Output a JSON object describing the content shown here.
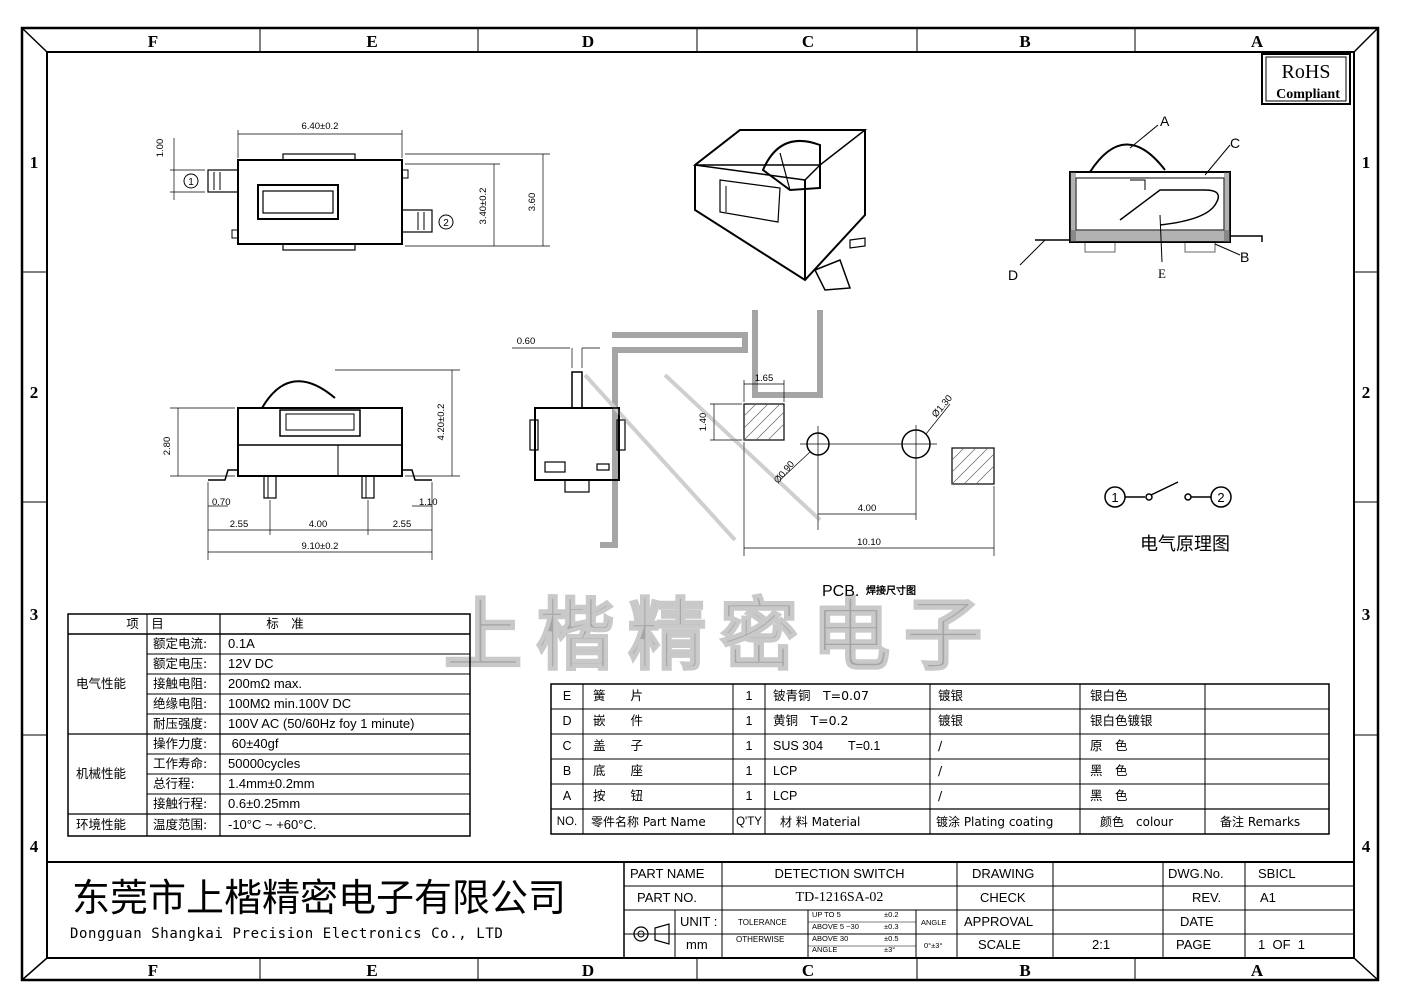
{
  "frame": {
    "columns_top": [
      "F",
      "E",
      "D",
      "C",
      "B",
      "A"
    ],
    "columns_bottom": [
      "F",
      "E",
      "D",
      "C",
      "B",
      "A"
    ],
    "rows_left": [
      "1",
      "2",
      "3",
      "4"
    ],
    "rows_right": [
      "1",
      "2",
      "3",
      "4"
    ]
  },
  "rohs": {
    "line1": "RoHS",
    "line2": "Compliant"
  },
  "top_view": {
    "dim_width": "6.40±0.2",
    "dim_height_inner": "3.40±0.2",
    "dim_height_outer": "3.60",
    "dim_pin": "1.00",
    "pin1": "1",
    "pin2": "2"
  },
  "section_labels": {
    "A": "A",
    "B": "B",
    "C": "C",
    "D": "D",
    "E": "E"
  },
  "front_view": {
    "dim_height_body": "2.80",
    "dim_height_total": "4.20±0.2",
    "dim_left": "0.70",
    "dim_right": "1.10",
    "dim_a": "2.55",
    "dim_b": "4.00",
    "dim_c": "2.55",
    "dim_total": "9.10±0.2"
  },
  "side_view": {
    "dim_top": "0.60"
  },
  "pcb": {
    "dim_pad_w": "1.65",
    "dim_pad_h": "1.40",
    "dim_hole_big": "Ø1.30",
    "dim_hole_small": "Ø0.90",
    "dim_pitch": "4.00",
    "dim_total": "10.10",
    "caption_prefix": "PCB.",
    "caption_suffix": "焊接尺寸图"
  },
  "schematic": {
    "pin1": "1",
    "pin2": "2",
    "caption": "电气原理图"
  },
  "watermark": "上楷精密电子",
  "spec_table": {
    "header": [
      "项　目",
      "标　准"
    ],
    "groups": [
      {
        "name": "电气性能",
        "rows": [
          {
            "item": "额定电流:",
            "value": "0.1A"
          },
          {
            "item": "额定电压:",
            "value": "12V  DC"
          },
          {
            "item": "接触电阻:",
            "value": "200mΩ max."
          },
          {
            "item": "绝缘电阻:",
            "value": "100MΩ min.100V  DC"
          },
          {
            "item": "耐压强度:",
            "value": "100V  AC (50/60Hz foy 1 minute)"
          }
        ]
      },
      {
        "name": "机械性能",
        "rows": [
          {
            "item": "操作力度:",
            "value": " 60±40gf"
          },
          {
            "item": "工作寿命:",
            "value": "50000cycles"
          },
          {
            "item": "总行程:",
            "value": "1.4mm±0.2mm"
          },
          {
            "item": "接触行程:",
            "value": "0.6±0.25mm"
          }
        ]
      },
      {
        "name": "环境性能",
        "rows": [
          {
            "item": "温度范围:",
            "value": "-10°C ~ +60°C."
          }
        ]
      }
    ]
  },
  "bom": {
    "rows": [
      {
        "no": "E",
        "name": "簧　　片",
        "qty": "1",
        "material": "铍青铜　T=0.07",
        "plating": "镀银",
        "colour": "银白色",
        "remarks": ""
      },
      {
        "no": "D",
        "name": "嵌　　件",
        "qty": "1",
        "material": "黄铜　T=0.2",
        "plating": "镀银",
        "colour": "银白色镀银",
        "remarks": ""
      },
      {
        "no": "C",
        "name": "盖　　子",
        "qty": "1",
        "material": "SUS 304　　T=0.1",
        "plating": "/",
        "colour": "原　色",
        "remarks": ""
      },
      {
        "no": "B",
        "name": "底　　座",
        "qty": "1",
        "material": "LCP",
        "plating": "/",
        "colour": "黑　色",
        "remarks": ""
      },
      {
        "no": "A",
        "name": "按　　钮",
        "qty": "1",
        "material": "LCP",
        "plating": "/",
        "colour": "黑　色",
        "remarks": ""
      }
    ],
    "header": {
      "no": "NO.",
      "name": "零件名称  Part Name",
      "qty": "Q'TY",
      "material": "材 料  Material",
      "plating": "镀涂  Plating coating",
      "colour": "颜色　colour",
      "remarks": "备注  Remarks"
    }
  },
  "company": {
    "name_cn": "东莞市上楷精密电子有限公司",
    "name_en": "Dongguan Shangkai Precision Electronics Co., LTD"
  },
  "title_block": {
    "part_name_label": "PART NAME",
    "part_name": "DETECTION SWITCH",
    "part_no_label": "PART NO.",
    "part_no": "TD-1216SA-02",
    "unit_label": "UNIT :",
    "unit": "mm",
    "tolerance_label": "TOLERANCE",
    "otherwise_label": "OTHERWISE",
    "tol_rows": [
      {
        "range": "UP TO 5",
        "tol": "±0.2"
      },
      {
        "range": "ABOVE 5 ~30",
        "tol": "±0.3"
      },
      {
        "range": "ABOVE 30",
        "tol": "±0.5"
      },
      {
        "range": "ANGLE",
        "tol": "±3°"
      }
    ],
    "angle_label": "ANGLE",
    "angle_tol": "0°±3°",
    "drawing_label": "DRAWING",
    "check_label": "CHECK",
    "approval_label": "APPROVAL",
    "scale_label": "SCALE",
    "scale": "2:1",
    "dwg_no_label": "DWG.No.",
    "dwg_no": "SBICL",
    "rev_label": "REV.",
    "rev": "A1",
    "date_label": "DATE",
    "page_label": "PAGE",
    "page": "1  OF  1"
  }
}
